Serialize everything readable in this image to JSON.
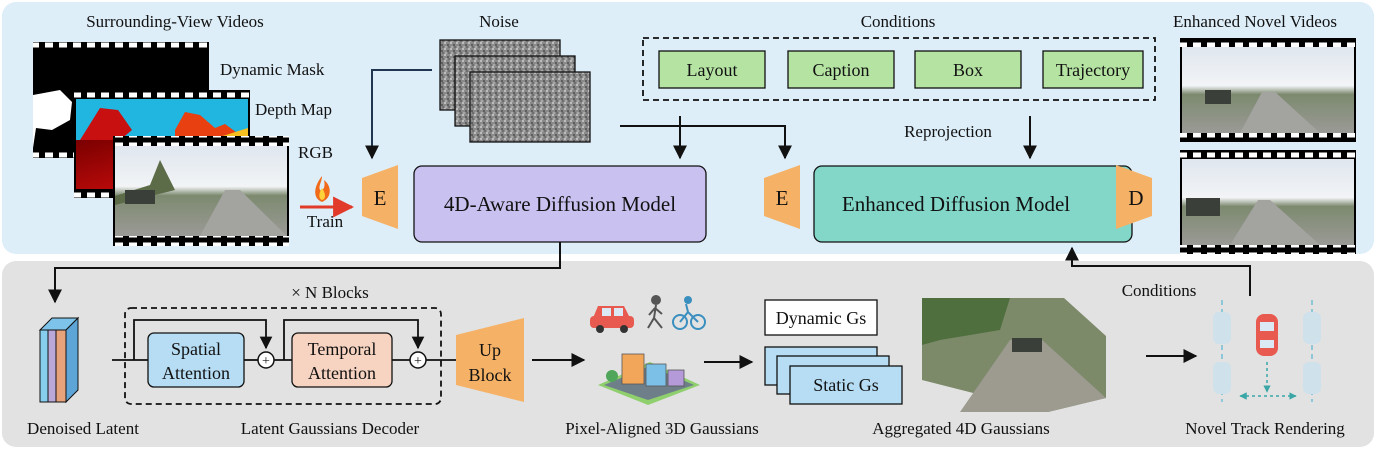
{
  "top": {
    "surrounding_title": "Surrounding-View Videos",
    "dynamic_mask": "Dynamic Mask",
    "depth_map": "Depth Map",
    "rgb": "RGB",
    "train": "Train",
    "noise_title": "Noise",
    "conditions_title": "Conditions",
    "conditions": [
      "Layout",
      "Caption",
      "Box",
      "Trajectory"
    ],
    "reprojection": "Reprojection",
    "encoder": "E",
    "decoder": "D",
    "diffusion_4d": "4D-Aware Diffusion Model",
    "enhanced_diffusion": "Enhanced Diffusion Model",
    "enhanced_videos_title": "Enhanced Novel Videos"
  },
  "bottom": {
    "n_blocks": "× N Blocks",
    "spatial_1": "Spatial",
    "spatial_2": "Attention",
    "temporal_1": "Temporal",
    "temporal_2": "Attention",
    "plus": "+",
    "up_1": "Up",
    "up_2": "Block",
    "dynamic_gs": "Dynamic Gs",
    "static_gs": "Static Gs",
    "conditions": "Conditions",
    "denoised_latent": "Denoised Latent",
    "latent_decoder": "Latent Gaussians Decoder",
    "pixel_aligned": "Pixel-Aligned 3D Gaussians",
    "aggregated": "Aggregated 4D Gaussians",
    "novel_track": "Novel Track Rendering"
  },
  "colors": {
    "top_panel": "#ddeef9",
    "bottom_panel": "#e2e2e2",
    "condition_box": "#b4e3a2",
    "diffusion_4d": "#c9c1ef",
    "enhanced_diffusion": "#82d7c9",
    "encoder": "#f5b266",
    "spatial": "#b6ddf3",
    "temporal": "#f7d4c1",
    "gaussians": "#b6ddf3",
    "arrow_red": "#e23a2a"
  }
}
